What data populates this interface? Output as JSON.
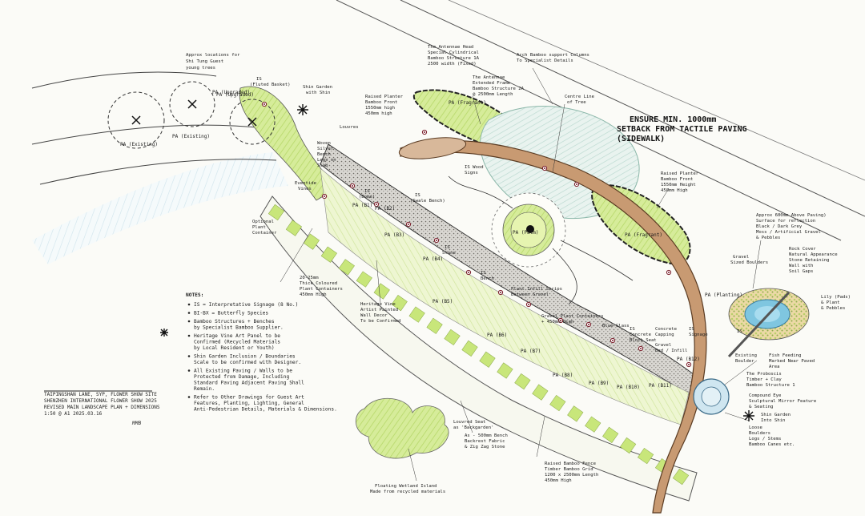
{
  "top_left_note": [
    "Approx locations for",
    "Shi Tung Guest",
    "young trees"
  ],
  "trees_left": [
    {
      "tag": "PA (Existing)"
    },
    {
      "tag": "PA (Existing)"
    },
    {
      "tag": "PA (Upgraded)"
    }
  ],
  "labels": {
    "fluted_basket": [
      "IS",
      "(Fluted Basket)"
    ],
    "shn_garden_top": [
      "Shin Garden",
      "with Shin"
    ],
    "louvres": "Louvres",
    "woven_silver_bench": [
      "Woven",
      "Silver",
      "Bench",
      "Legs on",
      "Slab"
    ],
    "eventide_vines": [
      "Eventide",
      "Vines"
    ],
    "optional_plant_container": [
      "Optional",
      "Plant",
      "Container"
    ],
    "raised_planter": [
      "Raised Planter",
      "Bamboo Front",
      "1550mm high",
      "450mm high"
    ],
    "antennae_head": [
      "The Antennae Head",
      "Special Cylindrical",
      "Bamboo Structure 1A",
      "2500 width (Fixed)"
    ],
    "antennae_extended": [
      "The Antennae",
      "Extended Frame",
      "Bamboo Structure 2A",
      "@ 2500mm Length"
    ],
    "arch_bamboo": [
      "Arch Bamboo support Columns",
      "To Specialist Details"
    ],
    "centre_line": [
      "Centre Line",
      "of Tree"
    ],
    "setback": [
      "ENSURE MIN. 1000mm",
      "SETBACK FROM TACTILE PAVING",
      "(SIDEWALK)"
    ],
    "raised_planter_right": [
      "Raised Planter",
      "Bamboo Front",
      "1550mm Height",
      "450mm High"
    ],
    "approx_600": [
      "Approx 600mm Above Paving)",
      "Surface for reflection",
      "Black / Dark Grey",
      "Moss / Artificial Gravel",
      "& Pebbles"
    ],
    "rock_edge": [
      "Rock Cover",
      "Natural Appearance",
      "Stone Retaining",
      "Wall with",
      "Soil Gaps"
    ],
    "granite_stone": [
      "Gravel",
      "Sized Boulders"
    ],
    "landscape_plant": [
      "Lily (Pads)",
      "& Plant",
      "& Pebbles"
    ],
    "existing_dome": [
      "Existing",
      "Boulder"
    ],
    "fish_feeding": [
      "Fish Feeding",
      "Marked Near Paved",
      "Area"
    ],
    "compound_eye": [
      "Compound Eye",
      "Sculptural Mirror Feature",
      "& Seating"
    ],
    "loose_boulders": [
      "Loose",
      "Boulders",
      "Logs / Stems",
      "Bamboo Canes etc."
    ],
    "the_proboscis": [
      "The Proboscis",
      "Timber + Clay",
      "Bamboo Structure 1"
    ],
    "shn_garden_bottom": [
      "Shin Garden",
      "Into Shin"
    ],
    "eye_marker": "IS",
    "wetland": [
      "Floating Wetland Island",
      "Made from recycled materials"
    ],
    "louvred_seat": [
      "Louvred Seat",
      "as 'Backgarden'"
    ],
    "seat_bench": [
      "As - 500mm Bench",
      "Backrest Fabric",
      "& Zig Zag Stone"
    ],
    "raised_bamboo": [
      "Raised Bamboo Fence",
      "Timber Bamboo Grid",
      "1200 x 2500mm Length",
      "450mm High"
    ],
    "gravel_plant": [
      "Gravel Plant Containers",
      "+ 450mm High"
    ],
    "heritage_vine": [
      "Heritage Vine",
      "Artist Painted",
      "Wall Decor",
      "To be Confirmed"
    ],
    "a_pa_dome": [
      "IS",
      "(Dome)"
    ],
    "fake_sculpture": [
      "IS",
      "(Swale Bench)"
    ],
    "stepping": [
      "IS",
      "Stone"
    ],
    "plants_in_brick": [
      "Plant Infill Strips",
      "Between Gravel"
    ],
    "concrete_seat": [
      "IS",
      "Concrete",
      "Block Seat"
    ],
    "blue_glass": "Blue Glass",
    "concrete_cap": [
      "Concrete",
      "Capping"
    ],
    "gravel_bed": [
      "Gravel",
      "Bed / Infill"
    ],
    "signage": [
      "IS",
      "Signage"
    ],
    "is_bench": [
      "IS",
      "Bench"
    ],
    "sign_right": [
      "IS Wood",
      "Signs"
    ],
    "arrow_brick": [
      "20-25mm",
      "Thick Coloured",
      "Plant Containers",
      "450mm High"
    ]
  },
  "pa_zones": [
    {
      "id": "pa-upgraded-left",
      "text": "PA (Upgraded)"
    },
    {
      "id": "pa-b1",
      "text": "PA (B1)"
    },
    {
      "id": "pa-b2",
      "text": "PA (B2)"
    },
    {
      "id": "pa-b3",
      "text": "PA (B3)"
    },
    {
      "id": "pa-b4",
      "text": "PA (B4)"
    },
    {
      "id": "pa-b5",
      "text": "PA (B5)"
    },
    {
      "id": "pa-b6",
      "text": "PA (B6)"
    },
    {
      "id": "pa-b7",
      "text": "PA (B7)"
    },
    {
      "id": "pa-b8",
      "text": "PA (B8)"
    },
    {
      "id": "pa-b9",
      "text": "PA (B9)"
    },
    {
      "id": "pa-b10",
      "text": "PA (B10)"
    },
    {
      "id": "pa-b11",
      "text": "PA (B11)"
    },
    {
      "id": "pa-b12",
      "text": "PA (B12)"
    },
    {
      "id": "pa-centre",
      "text": "PA (Palm)"
    },
    {
      "id": "pa-fragrant-top",
      "text": "PA (Fragrant)"
    },
    {
      "id": "pa-fragrant-right",
      "text": "PA (Fragrant)"
    },
    {
      "id": "pa-proboscis",
      "text": "PA (Planting)"
    }
  ],
  "notes_title": "NOTES:",
  "notes": [
    [
      "IS = Interpretative Signage (8 No.)"
    ],
    [
      "BI-BX = Butterfly Species"
    ],
    [
      "Bamboo Structures + Benches",
      "by Specialist Bamboo Supplier."
    ],
    [
      "Heritage Vine Art Panel to be",
      "Confirmed (Recycled Materials",
      "by Local Resident or Youth)"
    ],
    [
      "Shin Garden Inclusion / Boundaries",
      "Scale to be confirmed with Designer."
    ],
    [
      "All Existing Paving / Walls to be",
      "Protected from Damage, Including",
      "Standard Paving Adjacent Paving Shall",
      "Remain."
    ],
    [
      "Refer to Other Drawings for Guest Art",
      "Features, Planting, Lighting, General",
      "Anti-Pedestrian Details, Materials & Dimensions."
    ]
  ],
  "title_block": [
    "TAIPINGSHAN LANE, SYP, FLOWER SHOW SITE",
    "SHENZHEN INTERNATIONAL FLOWER SHOW 2025",
    "REVISED MAIN LANDSCAPE PLAN + DIMENSIONS",
    "1:50 @ A1      2025.03.16"
  ],
  "signature": "MMB"
}
